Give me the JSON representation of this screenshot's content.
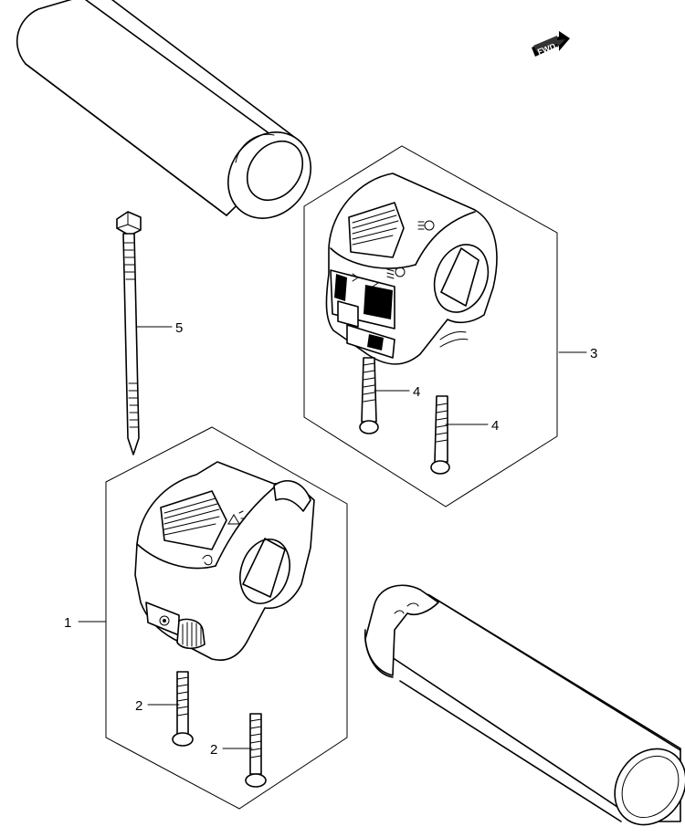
{
  "fwd_badge": "FWD",
  "callouts": [
    {
      "id": "part-1",
      "label": "1"
    },
    {
      "id": "part-2a",
      "label": "2"
    },
    {
      "id": "part-2b",
      "label": "2"
    },
    {
      "id": "part-3",
      "label": "3"
    },
    {
      "id": "part-4a",
      "label": "4"
    },
    {
      "id": "part-4b",
      "label": "4"
    },
    {
      "id": "part-5",
      "label": "5"
    }
  ],
  "icons": [
    "fwd-arrow-icon",
    "headlight-icon",
    "turn-signal-icon",
    "horn-icon",
    "hazard-icon",
    "starter-icon"
  ],
  "colors": {
    "line": "#000000",
    "background": "#ffffff"
  }
}
